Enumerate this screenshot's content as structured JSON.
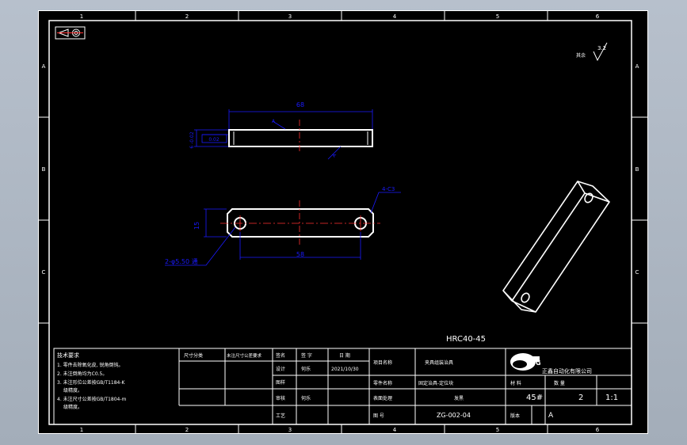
{
  "colors": {
    "background": "#aab3bf",
    "sheet": "#000000",
    "line": "#ffffff",
    "dimension": "#1a1aff",
    "centerline": "#ff3030",
    "tag_green": "#6cff6c"
  },
  "frame": {
    "top_zones": [
      "1",
      "2",
      "3",
      "4",
      "5",
      "6"
    ],
    "bottom_zones": [
      "1",
      "2",
      "3",
      "4",
      "5",
      "6"
    ],
    "left_zones": [
      "A",
      "B",
      "C"
    ],
    "right_zones": [
      "A",
      "B",
      "C"
    ]
  },
  "roughness_symbol": {
    "prefix": "其余",
    "value": "3.2"
  },
  "front_view": {
    "length_dim": "68",
    "thickness_dim": "6 -0.02",
    "tolerance_dim": "0.02",
    "leader_a": "A",
    "leader_b": "A"
  },
  "top_view": {
    "height_dim": "15",
    "hole_spacing_dim": "58",
    "hole_dim": "2-φ5.50 通",
    "chamfer_dim": "4-C3"
  },
  "hardness_note": "HRC40-45",
  "title_block": {
    "tech_title": "技术要求",
    "tech_lines": [
      "1. 零件去除氧化皮, 锐角倒钝。",
      "2. 未注倒角均为C0.5。",
      "3. 未注形位公差按GB/T1184-K",
      "级精度。",
      "4. 未注尺寸公差按GB/T1804-m",
      "级精度。"
    ],
    "col_size_category": "尺寸分类",
    "col_size_tolerance": "未注尺寸公差要求",
    "row_headers": [
      "签名",
      "设计",
      "图样",
      "审核",
      "工艺"
    ],
    "col_signature": "签 字",
    "col_date": "日 期",
    "designer": "何乐",
    "date": "2021/10/30",
    "reviewer": "何乐",
    "label_project": "项目名称",
    "project_name": "夹具组装治具",
    "label_part_name": "零件名称",
    "part_name": "固定治具-定位块",
    "label_surface": "表面处理",
    "surface": "发黑",
    "label_drawing_no": "图 号",
    "drawing_no": "ZG-002-04",
    "label_material": "材 料",
    "material": "45#",
    "label_qty": "数 量",
    "qty": "2",
    "scale": "1:1",
    "label_version": "版本",
    "version": "A",
    "company": "正鑫自动化有限公司"
  }
}
